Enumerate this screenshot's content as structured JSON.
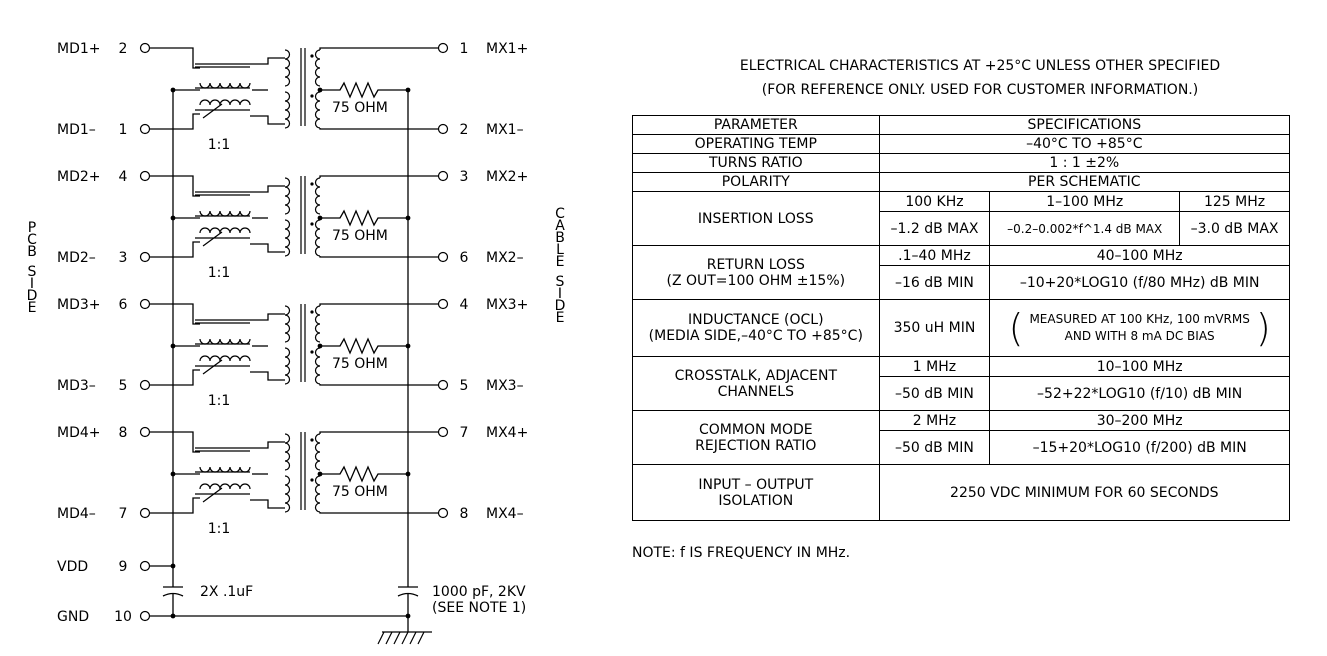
{
  "pins_left": [
    {
      "name": "MD1+",
      "num": "2"
    },
    {
      "name": "MD1–",
      "num": "1"
    },
    {
      "name": "MD2+",
      "num": "4"
    },
    {
      "name": "MD2–",
      "num": "3"
    },
    {
      "name": "MD3+",
      "num": "6"
    },
    {
      "name": "MD3–",
      "num": "5"
    },
    {
      "name": "MD4+",
      "num": "8"
    },
    {
      "name": "MD4–",
      "num": "7"
    },
    {
      "name": "VDD",
      "num": "9"
    },
    {
      "name": "GND",
      "num": "10"
    }
  ],
  "pins_right": [
    {
      "name": "MX1+",
      "num": "1"
    },
    {
      "name": "MX1–",
      "num": "2"
    },
    {
      "name": "MX2+",
      "num": "3"
    },
    {
      "name": "MX2–",
      "num": "6"
    },
    {
      "name": "MX3+",
      "num": "4"
    },
    {
      "name": "MX3–",
      "num": "5"
    },
    {
      "name": "MX4+",
      "num": "7"
    },
    {
      "name": "MX4–",
      "num": "8"
    }
  ],
  "side_labels": {
    "pcb": "PCB SIDE",
    "cable": "CABLE SIDE"
  },
  "ratio_label": "1:1",
  "resistor_label": "75 OHM",
  "cap_left_label": "2X .1uF",
  "cap_right_label": [
    "1000 pF, 2KV",
    "(SEE NOTE 1)"
  ],
  "heading": [
    "ELECTRICAL CHARACTERISTICS AT +25°C UNLESS OTHER SPECIFIED",
    "(FOR REFERENCE ONLY.  USED FOR CUSTOMER INFORMATION.)"
  ],
  "table": {
    "param_header": "PARAMETER",
    "spec_header": "SPECIFICATIONS",
    "operating_temp": {
      "label": "OPERATING TEMP",
      "value": "–40°C TO +85°C"
    },
    "turns_ratio": {
      "label": "TURNS RATIO",
      "value": "1 : 1 ±2%"
    },
    "polarity": {
      "label": "POLARITY",
      "value": "PER SCHEMATIC"
    },
    "insertion_loss": {
      "label": "INSERTION LOSS",
      "f1": "100 KHz",
      "f2": "1–100 MHz",
      "f3": "125 MHz",
      "v1": "–1.2 dB MAX",
      "v2": "–0.2–0.002*f^1.4 dB MAX",
      "v3": "–3.0 dB MAX"
    },
    "return_loss": {
      "label": "RETURN LOSS",
      "label2": "(Z OUT=100 OHM ±15%)",
      "f1": ".1–40 MHz",
      "f2": "40–100 MHz",
      "v1": "–16 dB MIN",
      "v2": "–10+20*LOG10 (f/80 MHz) dB MIN"
    },
    "inductance": {
      "label": "INDUCTANCE (OCL)",
      "label2": "(MEDIA SIDE,–40°C TO +85°C)",
      "value": "350 uH MIN",
      "note1": "MEASURED AT 100 KHz, 100 mVRMS",
      "note2": "AND WITH 8 mA DC BIAS"
    },
    "crosstalk": {
      "label": "CROSSTALK, ADJACENT",
      "label2": "CHANNELS",
      "f1": "1 MHz",
      "f2": "10–100 MHz",
      "v1": "–50 dB MIN",
      "v2": "–52+22*LOG10 (f/10) dB MIN"
    },
    "cmrr": {
      "label": "COMMON MODE",
      "label2": "REJECTION RATIO",
      "f1": "2 MHz",
      "f2": "30–200 MHz",
      "v1": "–50 dB MIN",
      "v2": "–15+20*LOG10 (f/200) dB MIN"
    },
    "isolation": {
      "label": "INPUT – OUTPUT",
      "label2": "ISOLATION",
      "value": "2250 VDC MINIMUM FOR 60 SECONDS"
    }
  },
  "note": "NOTE: f IS FREQUENCY IN MHz."
}
